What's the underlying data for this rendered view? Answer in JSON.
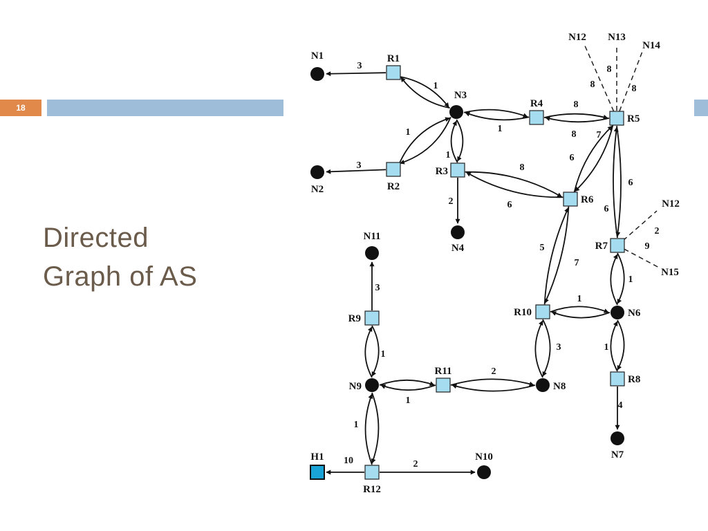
{
  "slide": {
    "number": "18",
    "title_line1": "Directed",
    "title_line2": "Graph of AS"
  },
  "colors": {
    "accent": "#e0894a",
    "header_bar": "#9dbdd8",
    "title": "#6b5b4b",
    "router": "#a6dcef",
    "host": "#1aa3d6"
  },
  "graph": {
    "nodes": [
      {
        "id": "N1",
        "kind": "network",
        "label": "N1"
      },
      {
        "id": "R1",
        "kind": "router",
        "label": "R1"
      },
      {
        "id": "N3",
        "kind": "network",
        "label": "N3"
      },
      {
        "id": "N2",
        "kind": "network",
        "label": "N2"
      },
      {
        "id": "R2",
        "kind": "router",
        "label": "R2"
      },
      {
        "id": "R3",
        "kind": "router",
        "label": "R3"
      },
      {
        "id": "R4",
        "kind": "router",
        "label": "R4"
      },
      {
        "id": "R5",
        "kind": "router",
        "label": "R5"
      },
      {
        "id": "N4",
        "kind": "network",
        "label": "N4"
      },
      {
        "id": "R6",
        "kind": "router",
        "label": "R6"
      },
      {
        "id": "R7",
        "kind": "router",
        "label": "R7"
      },
      {
        "id": "N6",
        "kind": "network",
        "label": "N6"
      },
      {
        "id": "R8",
        "kind": "router",
        "label": "R8"
      },
      {
        "id": "N7",
        "kind": "network",
        "label": "N7"
      },
      {
        "id": "R10",
        "kind": "router",
        "label": "R10"
      },
      {
        "id": "N8",
        "kind": "network",
        "label": "N8"
      },
      {
        "id": "N11",
        "kind": "network",
        "label": "N11"
      },
      {
        "id": "R9",
        "kind": "router",
        "label": "R9"
      },
      {
        "id": "N9",
        "kind": "network",
        "label": "N9"
      },
      {
        "id": "R11",
        "kind": "router",
        "label": "R11"
      },
      {
        "id": "R12",
        "kind": "router",
        "label": "R12"
      },
      {
        "id": "H1",
        "kind": "host",
        "label": "H1"
      },
      {
        "id": "N10",
        "kind": "network",
        "label": "N10"
      },
      {
        "id": "N12a",
        "kind": "external",
        "label": "N12"
      },
      {
        "id": "N13",
        "kind": "external",
        "label": "N13"
      },
      {
        "id": "N14",
        "kind": "external",
        "label": "N14"
      },
      {
        "id": "N12b",
        "kind": "external",
        "label": "N12"
      },
      {
        "id": "N15",
        "kind": "external",
        "label": "N15"
      }
    ],
    "edges": [
      {
        "from": "R1",
        "to": "N1",
        "weight": "3"
      },
      {
        "from": "R2",
        "to": "N2",
        "weight": "3"
      },
      {
        "from": "R1",
        "to": "N3",
        "weight": "1"
      },
      {
        "from": "N3",
        "to": "R1",
        "weight": ""
      },
      {
        "from": "R2",
        "to": "N3",
        "weight": "1"
      },
      {
        "from": "N3",
        "to": "R2",
        "weight": ""
      },
      {
        "from": "R3",
        "to": "N3",
        "weight": "1"
      },
      {
        "from": "N3",
        "to": "R3",
        "weight": ""
      },
      {
        "from": "N3",
        "to": "R4",
        "weight": ""
      },
      {
        "from": "R4",
        "to": "N3",
        "weight": "1"
      },
      {
        "from": "R4",
        "to": "R5",
        "weight": "8"
      },
      {
        "from": "R5",
        "to": "R4",
        "weight": "8"
      },
      {
        "from": "R3",
        "to": "R6",
        "weight": "8"
      },
      {
        "from": "R6",
        "to": "R3",
        "weight": "6"
      },
      {
        "from": "R3",
        "to": "N4",
        "weight": "2"
      },
      {
        "from": "R5",
        "to": "R6",
        "weight": "7"
      },
      {
        "from": "R6",
        "to": "R5",
        "weight": "6"
      },
      {
        "from": "R5",
        "to": "R7",
        "weight": "6"
      },
      {
        "from": "R7",
        "to": "R5",
        "weight": "6"
      },
      {
        "from": "R6",
        "to": "R10",
        "weight": "7"
      },
      {
        "from": "R10",
        "to": "R6",
        "weight": "5"
      },
      {
        "from": "R10",
        "to": "N6",
        "weight": "1"
      },
      {
        "from": "N6",
        "to": "R10",
        "weight": ""
      },
      {
        "from": "R7",
        "to": "N6",
        "weight": "1"
      },
      {
        "from": "N6",
        "to": "R7",
        "weight": ""
      },
      {
        "from": "R8",
        "to": "N6",
        "weight": "1"
      },
      {
        "from": "N6",
        "to": "R8",
        "weight": ""
      },
      {
        "from": "R8",
        "to": "N7",
        "weight": "4"
      },
      {
        "from": "R10",
        "to": "N8",
        "weight": "3"
      },
      {
        "from": "N8",
        "to": "R10",
        "weight": ""
      },
      {
        "from": "R11",
        "to": "N8",
        "weight": "2"
      },
      {
        "from": "N8",
        "to": "R11",
        "weight": ""
      },
      {
        "from": "R9",
        "to": "N11",
        "weight": "3"
      },
      {
        "from": "R9",
        "to": "N9",
        "weight": "1"
      },
      {
        "from": "N9",
        "to": "R9",
        "weight": ""
      },
      {
        "from": "R11",
        "to": "N9",
        "weight": "1"
      },
      {
        "from": "N9",
        "to": "R11",
        "weight": ""
      },
      {
        "from": "R12",
        "to": "N9",
        "weight": "1"
      },
      {
        "from": "N9",
        "to": "R12",
        "weight": ""
      },
      {
        "from": "R12",
        "to": "H1",
        "weight": "10"
      },
      {
        "from": "R12",
        "to": "N10",
        "weight": "2"
      },
      {
        "from": "R5",
        "to": "N12a",
        "weight": "8",
        "style": "dashed"
      },
      {
        "from": "R5",
        "to": "N13",
        "weight": "8",
        "style": "dashed"
      },
      {
        "from": "R5",
        "to": "N14",
        "weight": "8",
        "style": "dashed"
      },
      {
        "from": "R7",
        "to": "N12b",
        "weight": "2",
        "style": "dashed"
      },
      {
        "from": "R7",
        "to": "N15",
        "weight": "9",
        "style": "dashed"
      }
    ]
  }
}
